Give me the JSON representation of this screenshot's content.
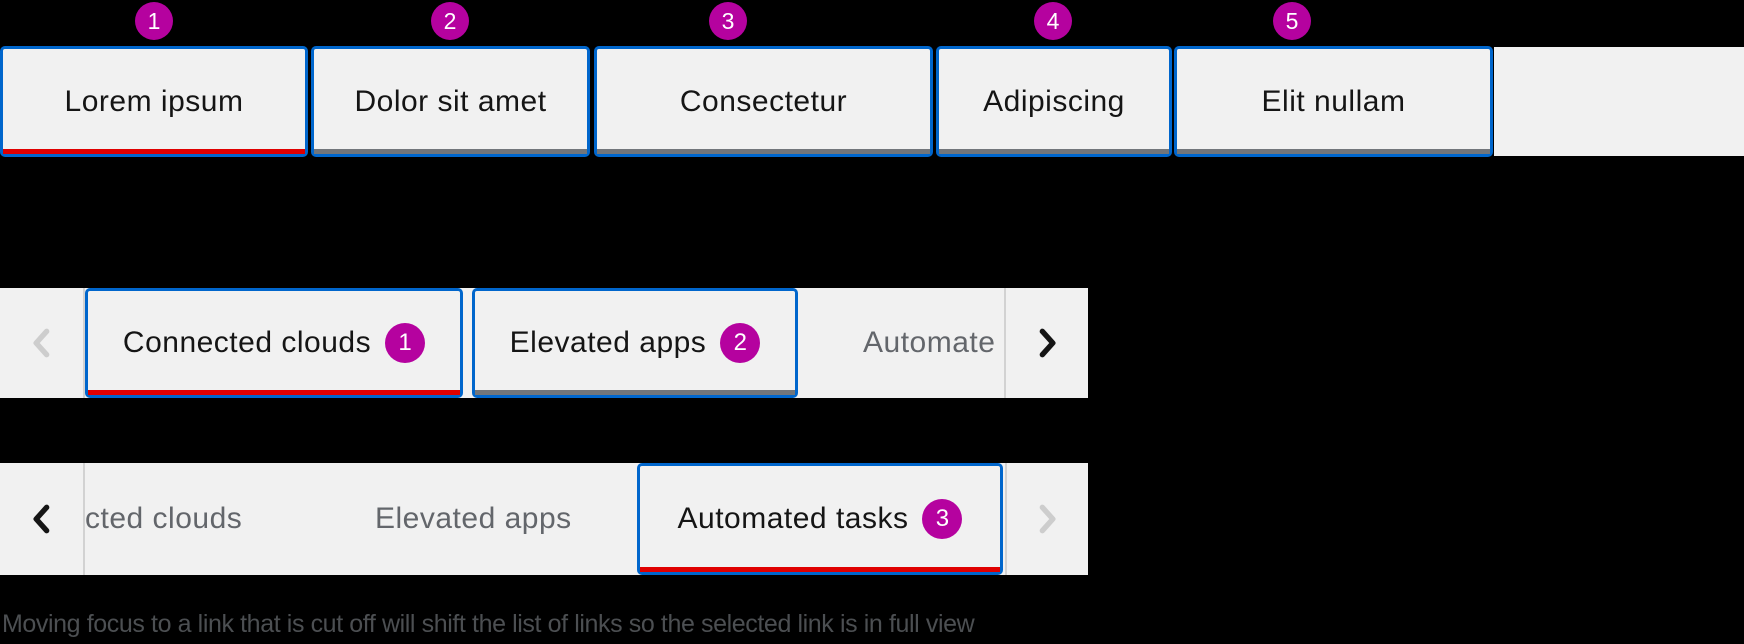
{
  "colors": {
    "accent_blue": "#0066cc",
    "selected_underline_red": "#e00000",
    "badge_magenta": "#b5029f",
    "tab_background": "#f1f1f1"
  },
  "static_tab_bar": {
    "annotations": [
      "1",
      "2",
      "3",
      "4",
      "5"
    ],
    "tabs": [
      {
        "label": "Lorem ipsum",
        "selected": true
      },
      {
        "label": "Dolor sit amet",
        "selected": false
      },
      {
        "label": "Consectetur",
        "selected": false
      },
      {
        "label": "Adipiscing",
        "selected": false
      },
      {
        "label": "Elit nullam",
        "selected": false
      }
    ]
  },
  "overflow_tab_bar_1": {
    "left_scroll_disabled": true,
    "right_scroll_disabled": false,
    "tabs": [
      {
        "label": "Connected clouds",
        "badge": "1",
        "selected": true
      },
      {
        "label": "Elevated apps",
        "badge": "2",
        "selected": false
      }
    ],
    "clipped_label": "Automate"
  },
  "overflow_tab_bar_2": {
    "left_scroll_disabled": false,
    "right_scroll_disabled": true,
    "clipped_label": "cted clouds",
    "plain_label": "Elevated apps",
    "tabs": [
      {
        "label": "Automated tasks",
        "badge": "3",
        "selected": true
      }
    ]
  },
  "caption": "Moving focus to a link that is cut off will shift the list of links so the selected link is in full view"
}
